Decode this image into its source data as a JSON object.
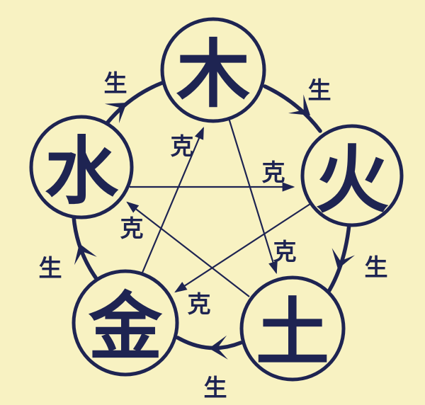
{
  "colors": {
    "background": "#f8f2c2",
    "ink": "#1e2452"
  },
  "nodes": {
    "wood": {
      "label": "木",
      "position": "top"
    },
    "fire": {
      "label": "火",
      "position": "right"
    },
    "earth": {
      "label": "土",
      "position": "bottom-right"
    },
    "metal": {
      "label": "金",
      "position": "bottom-left"
    },
    "water": {
      "label": "水",
      "position": "left"
    }
  },
  "edges": {
    "generating": [
      {
        "from": "water",
        "to": "wood",
        "label": "生"
      },
      {
        "from": "wood",
        "to": "fire",
        "label": "生"
      },
      {
        "from": "fire",
        "to": "earth",
        "label": "生"
      },
      {
        "from": "earth",
        "to": "metal",
        "label": "生"
      },
      {
        "from": "metal",
        "to": "water",
        "label": "生"
      }
    ],
    "overcoming": [
      {
        "from": "metal",
        "to": "wood",
        "label": "克"
      },
      {
        "from": "water",
        "to": "fire",
        "label": "克"
      },
      {
        "from": "earth",
        "to": "water",
        "label": "克"
      },
      {
        "from": "wood",
        "to": "earth",
        "label": "克"
      },
      {
        "from": "fire",
        "to": "metal",
        "label": "克"
      }
    ]
  }
}
